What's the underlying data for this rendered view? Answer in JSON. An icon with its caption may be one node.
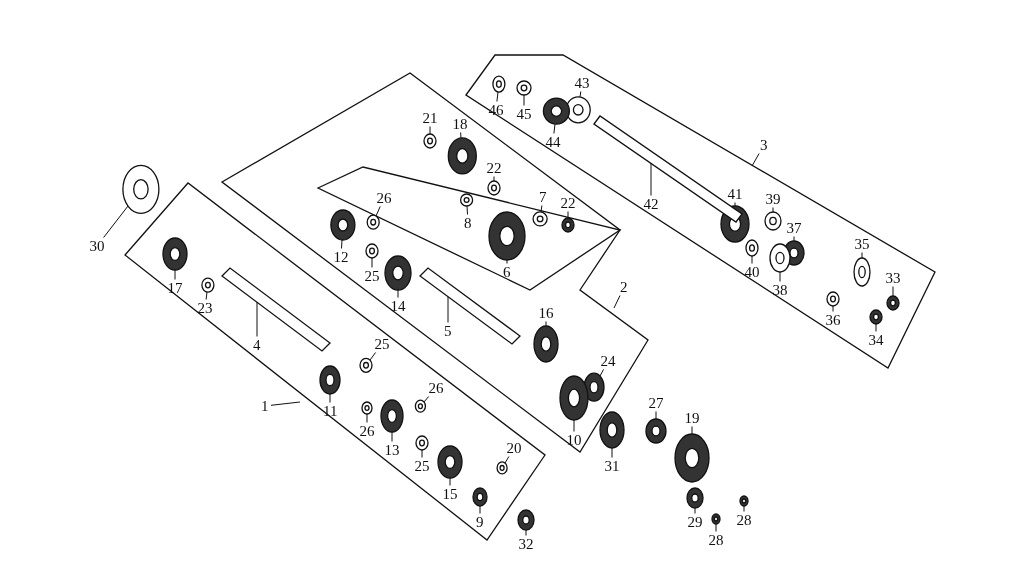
{
  "diagram": {
    "nodes": [
      {
        "text": [
          "46"
        ]
      },
      {
        "text": [
          "45"
        ]
      },
      {
        "text": [
          "43"
        ]
      },
      {
        "text": [
          "44"
        ]
      },
      {
        "text": [
          "21"
        ]
      },
      {
        "text": [
          "18"
        ]
      },
      {
        "text": [
          "22"
        ]
      },
      {
        "text": [
          "8"
        ]
      },
      {
        "text": [
          "3"
        ]
      },
      {
        "text": [
          "41"
        ]
      },
      {
        "text": [
          "42"
        ]
      },
      {
        "text": [
          "26"
        ]
      },
      {
        "text": [
          "7"
        ]
      },
      {
        "text": [
          "22"
        ]
      },
      {
        "text": [
          "39"
        ]
      },
      {
        "text": [
          "12"
        ]
      },
      {
        "text": [
          "37"
        ]
      },
      {
        "text": [
          "35"
        ]
      },
      {
        "text": [
          "25"
        ]
      },
      {
        "text": [
          "6"
        ]
      },
      {
        "text": [
          "40"
        ]
      },
      {
        "text": [
          "38"
        ]
      },
      {
        "text": [
          "33"
        ]
      },
      {
        "text": [
          "30"
        ]
      },
      {
        "text": [
          "17"
        ]
      },
      {
        "text": [
          "23"
        ]
      },
      {
        "text": [
          "14"
        ]
      },
      {
        "text": [
          "36"
        ]
      },
      {
        "text": [
          "34"
        ]
      },
      {
        "text": [
          "2"
        ]
      },
      {
        "text": [
          "4"
        ]
      },
      {
        "text": [
          "5"
        ]
      },
      {
        "text": [
          "16"
        ]
      },
      {
        "text": [
          "25"
        ]
      },
      {
        "text": [
          "24"
        ]
      },
      {
        "text": [
          "11"
        ]
      },
      {
        "text": [
          "26"
        ]
      },
      {
        "text": [
          "26"
        ]
      },
      {
        "text": [
          "1"
        ]
      },
      {
        "text": [
          "13"
        ]
      },
      {
        "text": [
          "25"
        ]
      },
      {
        "text": [
          "10"
        ]
      },
      {
        "text": [
          "27"
        ]
      },
      {
        "text": [
          "19"
        ]
      },
      {
        "text": [
          "31"
        ]
      },
      {
        "text": [
          "20"
        ]
      },
      {
        "text": [
          "15"
        ]
      },
      {
        "text": [
          "9"
        ]
      },
      {
        "text": [
          "29"
        ]
      },
      {
        "text": [
          "28"
        ]
      },
      {
        "text": [
          "28"
        ]
      },
      {
        "text": [
          "32"
        ]
      },
      {
        "text": [],
        "shape": "picture"
      },
      {
        "text": [],
        "shape": "picture"
      },
      {
        "text": [],
        "shape": "picture"
      },
      {
        "text": [],
        "shape": "picture"
      },
      {
        "text": [],
        "shape": "picture"
      },
      {
        "text": [],
        "shape": "picture"
      },
      {
        "text": [],
        "shape": "picture"
      },
      {
        "text": [],
        "shape": "picture"
      },
      {
        "text": [],
        "shape": "picture"
      },
      {
        "text": [],
        "shape": "picture"
      },
      {
        "text": [],
        "shape": "picture"
      },
      {
        "text": [],
        "shape": "picture"
      },
      {
        "text": [],
        "shape": "picture"
      },
      {
        "text": [],
        "shape": "picture"
      },
      {
        "text": [],
        "shape": "picture"
      },
      {
        "text": [],
        "shape": "picture"
      },
      {
        "text": [],
        "shape": "picture"
      },
      {
        "text": [],
        "shape": "picture"
      },
      {
        "text": [],
        "shape": "picture"
      },
      {
        "text": [],
        "shape": "picture"
      },
      {
        "text": [],
        "shape": "picture"
      },
      {
        "text": [],
        "shape": "picture"
      },
      {
        "text": [],
        "shape": "picture"
      },
      {
        "text": [],
        "shape": "picture"
      },
      {
        "text": [],
        "shape": "picture"
      },
      {
        "text": [],
        "shape": "picture"
      },
      {
        "text": [],
        "shape": "picture"
      },
      {
        "text": [],
        "shape": "picture"
      },
      {
        "text": [],
        "shape": "picture"
      },
      {
        "text": [],
        "shape": "picture"
      },
      {
        "text": [],
        "shape": "picture"
      },
      {
        "text": [],
        "shape": "picture"
      },
      {
        "text": [],
        "shape": "picture"
      },
      {
        "text": [],
        "shape": "picture"
      },
      {
        "text": [],
        "shape": "picture"
      },
      {
        "text": [],
        "shape": "picture"
      },
      {
        "text": [],
        "shape": "picture"
      },
      {
        "text": [],
        "shape": "picture"
      },
      {
        "text": [],
        "shape": "picture"
      },
      {
        "text": [],
        "shape": "picture"
      },
      {
        "text": [],
        "shape": "picture"
      },
      {
        "text": [],
        "shape": "picture"
      },
      {
        "text": [],
        "shape": "picture"
      },
      {
        "text": [],
        "shape": "picture"
      },
      {
        "text": [],
        "shape": "picture"
      },
      {
        "text": [],
        "shape": "picture"
      },
      {
        "text": [],
        "shape": "picture"
      },
      {
        "text": [],
        "shape": "picture"
      },
      {
        "text": [],
        "shape": "picture"
      }
    ],
    "edges": [
      {
        "from": 0,
        "to": 52,
        "arrow": "none"
      },
      {
        "from": 1,
        "to": 53,
        "arrow": "none"
      },
      {
        "from": 2,
        "to": 54,
        "arrow": "none"
      },
      {
        "from": 3,
        "to": 55,
        "arrow": "none"
      },
      {
        "from": 4,
        "to": 56,
        "arrow": "none"
      },
      {
        "from": 5,
        "to": 57,
        "arrow": "none"
      },
      {
        "from": 6,
        "to": 58,
        "arrow": "none"
      },
      {
        "from": 7,
        "to": 59,
        "arrow": "none"
      },
      {
        "from": 8,
        "to": null,
        "arrow": "none"
      },
      {
        "from": 9,
        "to": 60,
        "arrow": "none"
      },
      {
        "from": 10,
        "to": 61,
        "arrow": "none"
      },
      {
        "from": 11,
        "to": 62,
        "arrow": "none"
      },
      {
        "from": 12,
        "to": 63,
        "arrow": "none"
      },
      {
        "from": 13,
        "to": 64,
        "arrow": "none"
      },
      {
        "from": 14,
        "to": 65,
        "arrow": "none"
      },
      {
        "from": 15,
        "to": 66,
        "arrow": "none"
      },
      {
        "from": 16,
        "to": 67,
        "arrow": "none"
      },
      {
        "from": 17,
        "to": 68,
        "arrow": "none"
      },
      {
        "from": 18,
        "to": 69,
        "arrow": "none"
      },
      {
        "from": 19,
        "to": 70,
        "arrow": "none"
      },
      {
        "from": 20,
        "to": 71,
        "arrow": "none"
      },
      {
        "from": 21,
        "to": 72,
        "arrow": "none"
      },
      {
        "from": 22,
        "to": 73,
        "arrow": "none"
      },
      {
        "from": 23,
        "to": 74,
        "arrow": "none"
      },
      {
        "from": 24,
        "to": 75,
        "arrow": "none"
      },
      {
        "from": 25,
        "to": 76,
        "arrow": "none"
      },
      {
        "from": 26,
        "to": 77,
        "arrow": "none"
      },
      {
        "from": 27,
        "to": 78,
        "arrow": "none"
      },
      {
        "from": 28,
        "to": 79,
        "arrow": "none"
      },
      {
        "from": 29,
        "to": null,
        "arrow": "none"
      },
      {
        "from": 30,
        "to": 80,
        "arrow": "none"
      },
      {
        "from": 31,
        "to": 81,
        "arrow": "none"
      },
      {
        "from": 32,
        "to": 82,
        "arrow": "none"
      },
      {
        "from": 33,
        "to": 83,
        "arrow": "none"
      },
      {
        "from": 34,
        "to": 84,
        "arrow": "none"
      },
      {
        "from": 35,
        "to": 85,
        "arrow": "none"
      },
      {
        "from": 36,
        "to": 86,
        "arrow": "none"
      },
      {
        "from": 37,
        "to": 87,
        "arrow": "none"
      },
      {
        "from": 38,
        "to": null,
        "arrow": "none"
      },
      {
        "from": 39,
        "to": 88,
        "arrow": "none"
      },
      {
        "from": 40,
        "to": 89,
        "arrow": "none"
      },
      {
        "from": 41,
        "to": 90,
        "arrow": "none"
      },
      {
        "from": 42,
        "to": 91,
        "arrow": "none"
      },
      {
        "from": 43,
        "to": 92,
        "arrow": "none"
      },
      {
        "from": 44,
        "to": 93,
        "arrow": "none"
      },
      {
        "from": 45,
        "to": 94,
        "arrow": "none"
      },
      {
        "from": 46,
        "to": 95,
        "arrow": "none"
      },
      {
        "from": 47,
        "to": 96,
        "arrow": "none"
      },
      {
        "from": 48,
        "to": 97,
        "arrow": "none"
      },
      {
        "from": 49,
        "to": 98,
        "arrow": "none"
      },
      {
        "from": 50,
        "to": 99,
        "arrow": "none"
      },
      {
        "from": 51,
        "to": 100,
        "arrow": "none"
      }
    ]
  }
}
